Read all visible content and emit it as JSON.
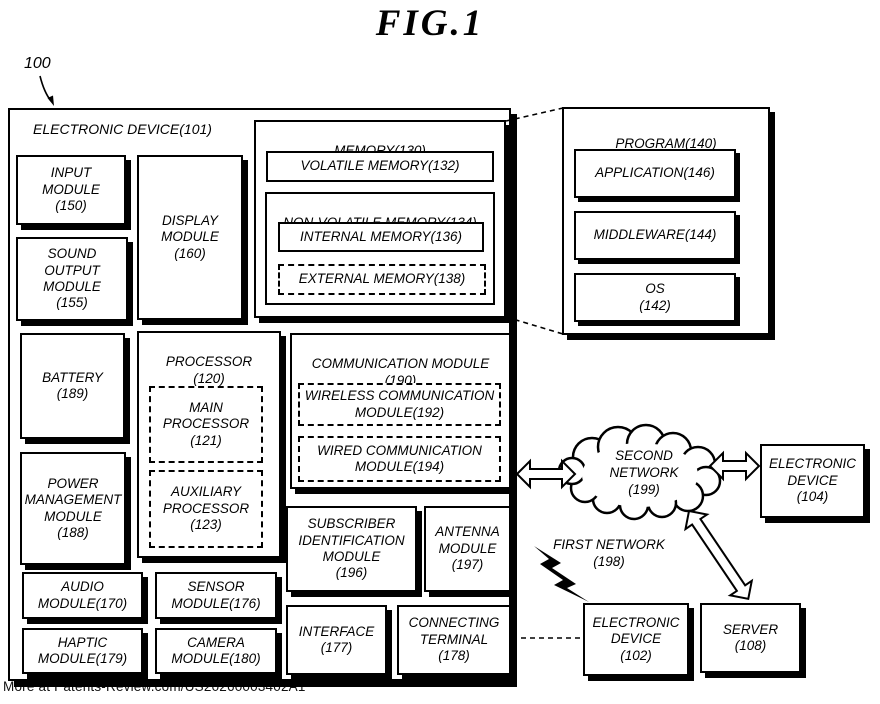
{
  "figure": {
    "title": "FIG.1",
    "reference_number": "100",
    "watermark": "More at Patents-Review.com/US20260003402A1"
  },
  "electronic_device_101": {
    "label": "ELECTRONIC DEVICE(101)",
    "input_module": "INPUT\nMODULE\n(150)",
    "display_module": "DISPLAY\nMODULE\n(160)",
    "sound_output_module": "SOUND\nOUTPUT\nMODULE\n(155)",
    "memory": {
      "label": "MEMORY(130)",
      "volatile": "VOLATILE MEMORY(132)",
      "non_volatile_label": "NON-VOLATILE MEMORY(134)",
      "internal": "INTERNAL MEMORY(136)",
      "external": "EXTERNAL MEMORY(138)"
    },
    "battery": "BATTERY\n(189)",
    "processor": {
      "label": "PROCESSOR\n(120)",
      "main": "MAIN\nPROCESSOR\n(121)",
      "auxiliary": "AUXILIARY\nPROCESSOR\n(123)"
    },
    "communication_module": {
      "label": "COMMUNICATION MODULE\n(190)",
      "wireless": "WIRELESS COMMUNICATION\nMODULE(192)",
      "wired": "WIRED COMMUNICATION\nMODULE(194)"
    },
    "power_management_module": "POWER\nMANAGEMENT\nMODULE\n(188)",
    "subscriber_identification_module": "SUBSCRIBER\nIDENTIFICATION\nMODULE\n(196)",
    "antenna_module": "ANTENNA\nMODULE\n(197)",
    "audio_module": "AUDIO\nMODULE(170)",
    "sensor_module": "SENSOR\nMODULE(176)",
    "haptic_module": "HAPTIC\nMODULE(179)",
    "camera_module": "CAMERA\nMODULE(180)",
    "interface": "INTERFACE\n(177)",
    "connecting_terminal": "CONNECTING\nTERMINAL\n(178)"
  },
  "program_140": {
    "label": "PROGRAM(140)",
    "application": "APPLICATION(146)",
    "middleware": "MIDDLEWARE(144)",
    "os": "OS\n(142)"
  },
  "network": {
    "second_network": "SECOND\nNETWORK\n(199)",
    "first_network": "FIRST NETWORK\n(198)",
    "electronic_device_104": "ELECTRONIC\nDEVICE\n(104)",
    "electronic_device_102": "ELECTRONIC\nDEVICE\n(102)",
    "server_108": "SERVER\n(108)"
  },
  "colors": {
    "ink": "#000000",
    "background": "#ffffff"
  }
}
